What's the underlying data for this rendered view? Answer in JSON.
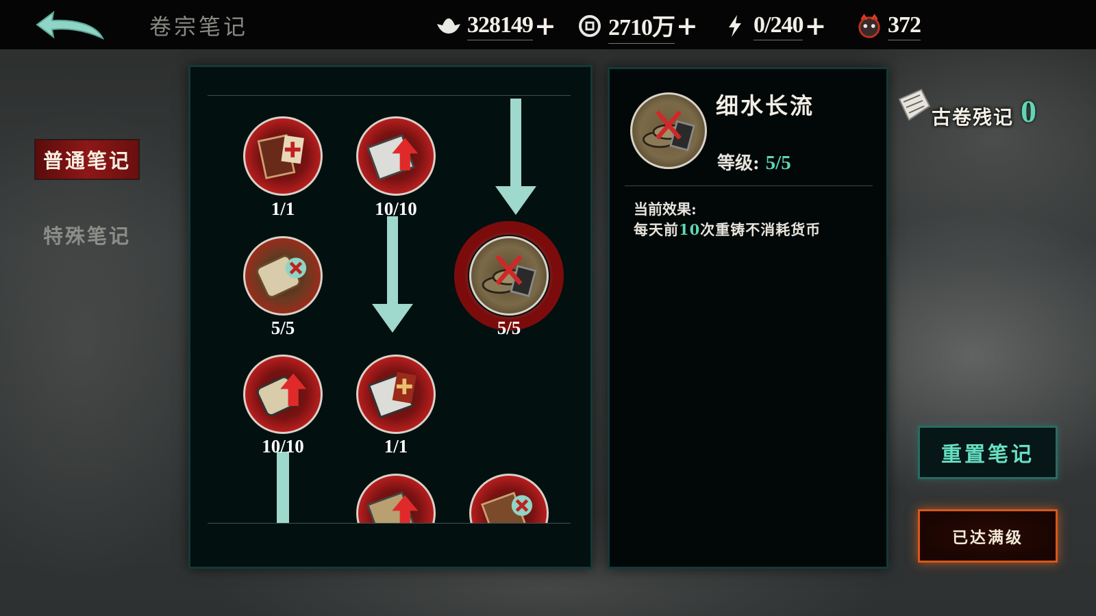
{
  "header": {
    "title": "卷宗笔记",
    "resources": [
      {
        "name": "silver",
        "icon": "silver-ingot-icon",
        "value": "328149",
        "plus": "+"
      },
      {
        "name": "coin",
        "icon": "coin-icon",
        "value": "2710万",
        "plus": "+"
      },
      {
        "name": "energy",
        "icon": "lightning-icon",
        "value": "0/240",
        "plus": "+"
      },
      {
        "name": "token",
        "icon": "demon-mask-icon",
        "value": "372",
        "plus": ""
      }
    ]
  },
  "nav": {
    "normal": "普通笔记",
    "special": "特殊笔记",
    "active": "normal"
  },
  "tree": {
    "nodes": [
      {
        "level": "1/1",
        "icon": "book-plus-icon",
        "style": "red"
      },
      {
        "level": "10/10",
        "icon": "book-arrow-up-icon",
        "style": "red"
      },
      {
        "level": "5/5",
        "icon": "scroll-cross-icon",
        "style": "red"
      },
      {
        "level": "5/5",
        "icon": "ingot-cross-icon",
        "style": "gold",
        "selected": true
      },
      {
        "level": "10/10",
        "icon": "scroll-arrow-up-icon",
        "style": "red"
      },
      {
        "level": "1/1",
        "icon": "book-plus-icon",
        "style": "red"
      },
      {
        "level": "",
        "icon": "book-arrow-up-icon",
        "style": "red"
      },
      {
        "level": "",
        "icon": "book-cross-icon",
        "style": "red"
      }
    ]
  },
  "detail": {
    "name": "细水长流",
    "level_label": "等级:",
    "level_value": "5/5",
    "effect_label": "当前效果:",
    "effect_prefix": "每天前",
    "effect_highlight": "10",
    "effect_suffix": "次重铸不消耗货币"
  },
  "fragments": {
    "label": "古卷残记",
    "count": "0"
  },
  "buttons": {
    "reset": "重置笔记",
    "maxed": "已达满级"
  },
  "colors": {
    "accent_teal": "#5fd6b4",
    "nav_active": "#8e1717",
    "max_button_glow": "#d8581a"
  }
}
